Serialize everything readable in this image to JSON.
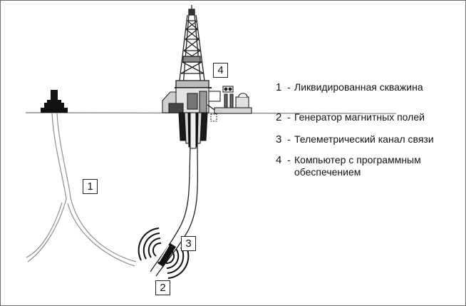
{
  "labels": {
    "well": "1",
    "generator": "2",
    "channel": "3",
    "computer": "4"
  },
  "legend": [
    {
      "number": "1",
      "dash": "-",
      "text": "Ликвидированная скважина"
    },
    {
      "number": "2",
      "dash": "-",
      "text": "Генератор магнитных полей"
    },
    {
      "number": "3",
      "dash": "-",
      "text": "Телеметрический канал связи"
    },
    {
      "number": "4",
      "dash": "-",
      "text": "Компьютер с программным обеспечением"
    }
  ]
}
